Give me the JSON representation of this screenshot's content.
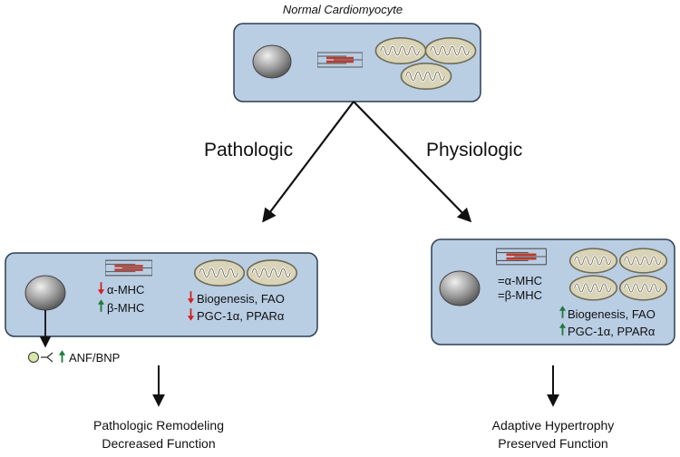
{
  "top_cell": {
    "title": "Normal Cardiomyocyte"
  },
  "branches": {
    "pathologic": "Pathologic",
    "physiologic": "Physiologic"
  },
  "left_cell": {
    "alpha_mhc": "α-MHC",
    "beta_mhc": "β-MHC",
    "biogenesis": "Biogenesis, FAO",
    "pgc": "PGC-1α, PPARα",
    "anf": "ANF/BNP",
    "outcome_line1": "Pathologic Remodeling",
    "outcome_line2": "Decreased Function"
  },
  "right_cell": {
    "alpha_mhc": "=α-MHC",
    "beta_mhc": "=β-MHC",
    "biogenesis": "Biogenesis, FAO",
    "pgc": "PGC-1α, PPARα",
    "outcome_line1": "Adaptive Hypertrophy",
    "outcome_line2": "Preserved Function"
  },
  "colors": {
    "cell_fill": "#b9cde3",
    "cell_stroke": "#2d3e52",
    "up_arrow": "#1f7a3d",
    "down_arrow": "#d42020",
    "sarcomere_red": "#c0392b",
    "mito_fill": "#d9d3b8"
  }
}
